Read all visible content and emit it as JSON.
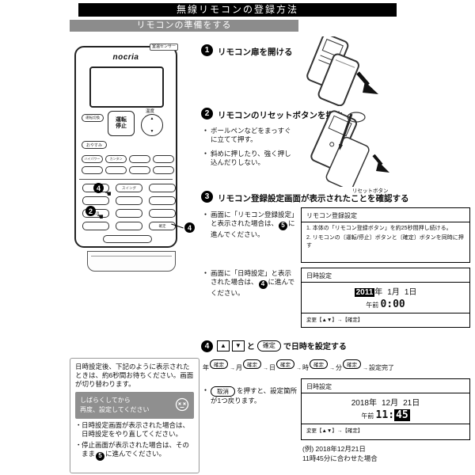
{
  "page": {
    "title": "無線リモコンの登録方法",
    "section": "リモコンの準備をする"
  },
  "remote": {
    "brand": "nocria",
    "sensor": "室温センサー",
    "mode_btn": "運転切換",
    "run": "運転",
    "stop": "停止",
    "temp_label": "温度",
    "up": "▲",
    "down": "▼",
    "sleep_btn": "おやすみ",
    "hipower_btn": "ハイパワー",
    "easy_btn": "カンタン",
    "swing_btn": "スイング",
    "cancel_btn": "取消",
    "confirm_btn": "確定",
    "badge_updown": "4",
    "badge_reset": "2",
    "badge_confirm": "4"
  },
  "step1": {
    "num": "1",
    "title": "リモコン扉を開ける"
  },
  "step2": {
    "num": "2",
    "title": "リモコンのリセットボタンを押す",
    "bullet1": "ボールペンなどをまっすぐに立てて押す。",
    "bullet2": "斜めに押したり、強く押し込んだりしない。",
    "callout": "リセットボタン"
  },
  "step3": {
    "num": "3",
    "title": "リモコン登録設定画面が表示されたことを確認する",
    "bullet1_pre": "画面に「リモコン登録設定」と表示された場合は、",
    "bullet1_badge": "5",
    "bullet1_post": "に進んでください。",
    "bullet2_pre": "画面に「日時設定」と表示された場合は、",
    "bullet2_badge": "4",
    "bullet2_post": "に進んでください。"
  },
  "step4": {
    "num": "4",
    "up": "▲",
    "down": "▼",
    "and_text": "と",
    "confirm": "確定",
    "suffix": "で日時を設定する",
    "seq_units": [
      "年",
      "月",
      "日",
      "時",
      "分"
    ],
    "seq_key": "確定",
    "seq_done": "設定完了",
    "cancel_label": "取消",
    "cancel_text": "を押すと、設定箇所が1つ戻ります。"
  },
  "screen_regist": {
    "title": "リモコン登録設定",
    "line1": "1. 本体の「リモコン登録ボタン」を約25秒間押し続ける。",
    "line2": "2. リモコンの〔運転/停止〕ボタンと〔確定〕ボタンを同時に押す"
  },
  "screen_dt1": {
    "title": "日時設定",
    "year": "2011",
    "y": "年",
    "month": "1",
    "m": "月",
    "day": "1",
    "d": "日",
    "ampm": "午前",
    "time": "0:00",
    "footer": "変更【▲▼】→【確定】"
  },
  "screen_dt2": {
    "title": "日時設定",
    "year": "2018",
    "y": "年",
    "month": "12",
    "m": "月",
    "day": "21",
    "d": "日",
    "ampm": "午前",
    "hh": "11:",
    "mm": "45",
    "footer": "変更【▲▼】→【確定】"
  },
  "example": {
    "line1": "(例) 2018年12月21日",
    "line2": "11時45分に合わせた場合"
  },
  "note": {
    "intro": "日時設定後、下記のように表示されたときは、約6秒間お待ちください。画面が切り替わります。",
    "screen1": "しばらくしてから",
    "screen2": "再度、設定してください",
    "bullet1": "日時設定画面が表示された場合は、日時設定をやり直してください。",
    "bullet2_pre": "停止画面が表示された場合は、そのまま",
    "bullet2_badge": "5",
    "bullet2_post": "に進んでください。"
  }
}
